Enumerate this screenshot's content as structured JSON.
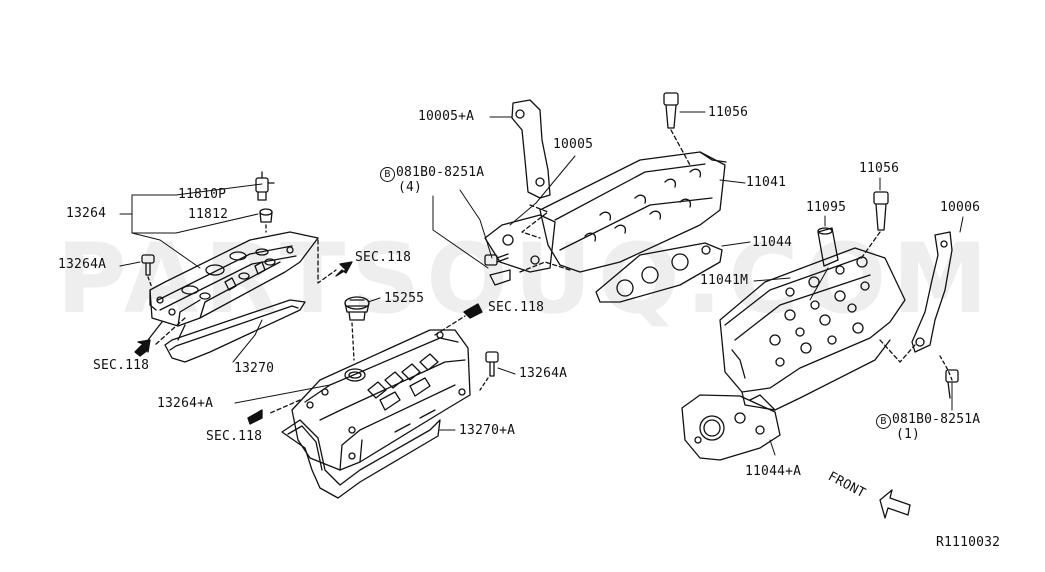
{
  "watermark": "PARTSOUQ.COM",
  "diagram_code": "R1110032",
  "labels": {
    "l_11810P": "11810P",
    "l_13264": "13264",
    "l_11812": "11812",
    "l_13264A_left": "13264A",
    "l_sec118_a": "SEC.118",
    "l_15255": "15255",
    "l_sec118_b": "SEC.118",
    "l_sec118_c": "SEC.118",
    "l_13270": "13270",
    "l_13264A_right": "13264A",
    "l_13264pA": "13264+A",
    "l_sec118_d": "SEC.118",
    "l_13270pA": "13270+A",
    "l_10005pA": "10005+A",
    "l_10005": "10005",
    "l_bolt1_code": "081B0-8251A",
    "l_bolt1_qty": "(4)",
    "l_11056_top": "11056",
    "l_11041": "11041",
    "l_11044": "11044",
    "l_11056_right": "11056",
    "l_11095": "11095",
    "l_10006": "10006",
    "l_11041M": "11041M",
    "l_bolt2_code": "081B0-8251A",
    "l_bolt2_qty": "(1)",
    "l_11044pA": "11044+A",
    "l_front": "FRONT",
    "bolt_marker": "B"
  }
}
